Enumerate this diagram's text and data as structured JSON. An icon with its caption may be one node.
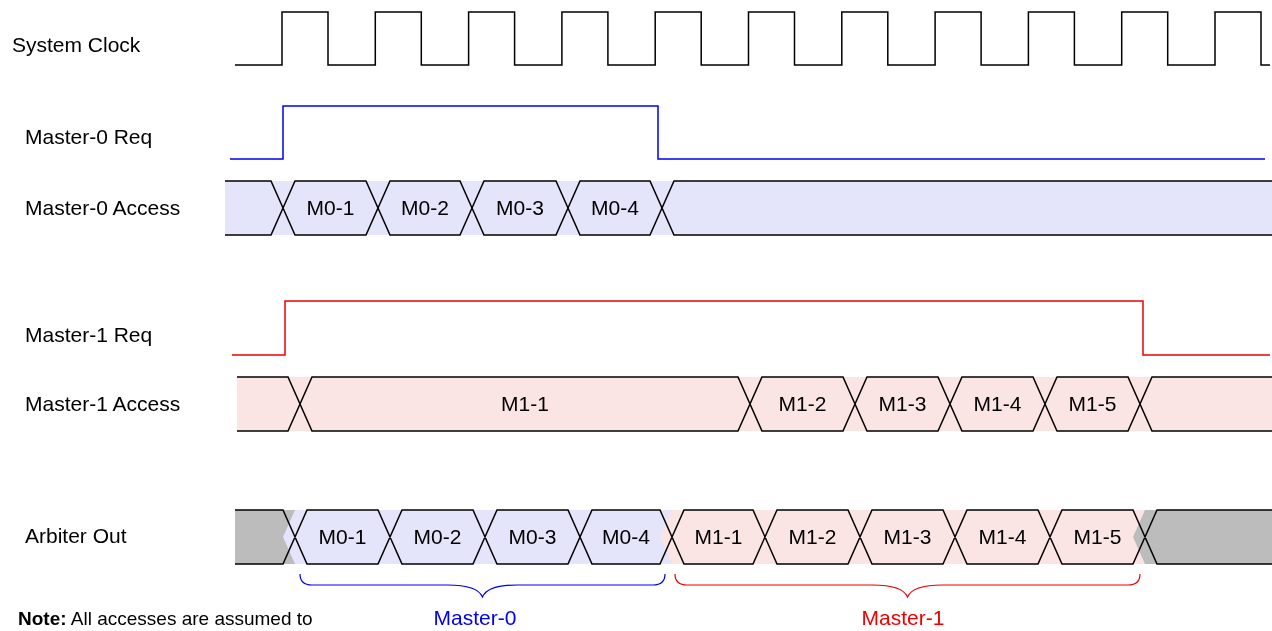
{
  "diagram": {
    "nodes": [
      {
        "text": [],
        "shape": "bar"
      },
      {
        "text": [
          "M0-1"
        ]
      },
      {
        "text": [
          "M0-2"
        ]
      },
      {
        "text": [
          "M0-3"
        ]
      },
      {
        "text": [
          "M0-4"
        ]
      },
      {
        "text": [],
        "shape": "bar"
      },
      {
        "text": [],
        "shape": "bar"
      },
      {
        "text": [
          "M1-1"
        ]
      },
      {
        "text": [
          "M1-2"
        ]
      },
      {
        "text": [
          "M1-3"
        ]
      },
      {
        "text": [
          "M1-4"
        ]
      },
      {
        "text": [
          "M1-5"
        ]
      },
      {
        "text": [],
        "shape": "bar"
      },
      {
        "text": [],
        "shape": "bar"
      },
      {
        "text": [
          "M0-1"
        ]
      },
      {
        "text": [
          "M0-2"
        ]
      },
      {
        "text": [
          "M0-3"
        ]
      },
      {
        "text": [
          "M0-4"
        ]
      },
      {
        "text": [
          "M1-1"
        ]
      },
      {
        "text": [
          "M1-2"
        ]
      },
      {
        "text": [
          "M1-3"
        ]
      },
      {
        "text": [
          "M1-4"
        ]
      },
      {
        "text": [
          "M1-5"
        ]
      },
      {
        "text": [],
        "shape": "bar"
      }
    ],
    "labels": [
      "System Clock",
      "Master-0 Req",
      "Master-0 Access",
      "Master-1 Req",
      "Master-1 Access",
      "Arbiter Out",
      "**Note:** All accesses are assumed to",
      "Master-0",
      "Master-1"
    ]
  }
}
